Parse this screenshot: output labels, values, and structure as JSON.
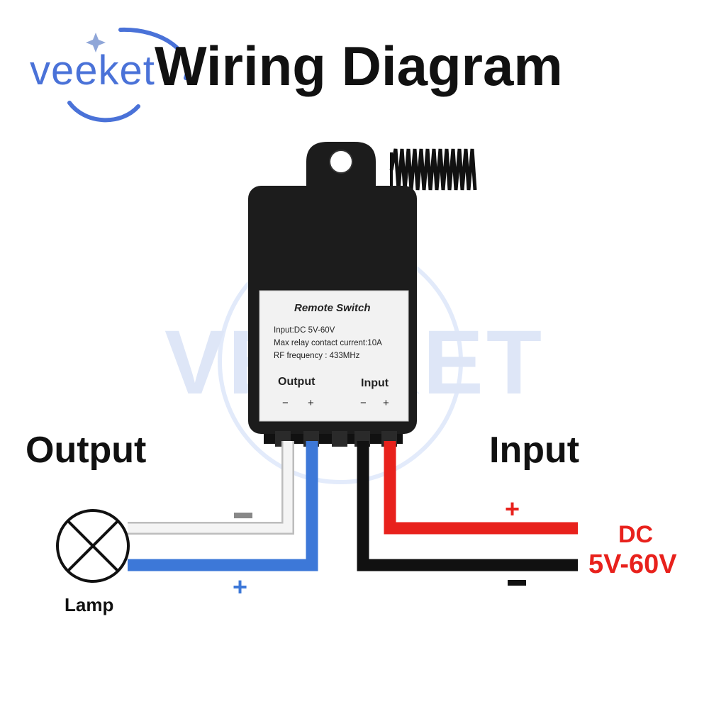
{
  "title": "Wiring Diagram",
  "logo": {
    "text": "veeket"
  },
  "labels": {
    "output": "Output",
    "input": "Input",
    "lamp": "Lamp",
    "dc": "DC",
    "voltage": "5V-60V",
    "output_minus": "-",
    "output_plus": "+",
    "input_plus": "+",
    "input_minus": "-"
  },
  "device": {
    "title": "Remote Switch",
    "specs": [
      "Input:DC 5V-60V",
      "Max relay contact current:10A",
      "RF frequency : 433MHz"
    ],
    "terminals": {
      "output_label": "Output",
      "input_label": "Input",
      "out_minus": "−",
      "out_plus": "+",
      "in_minus": "−",
      "in_plus": "+"
    }
  },
  "watermark": {
    "text": "VEEKET"
  },
  "colors": {
    "wire_white": "#e6e6e6",
    "wire_blue": "#3d78d8",
    "wire_black": "#111111",
    "wire_red": "#e8211c",
    "logo_blue": "#4a72d8",
    "device_body": "#1c1c1c"
  }
}
